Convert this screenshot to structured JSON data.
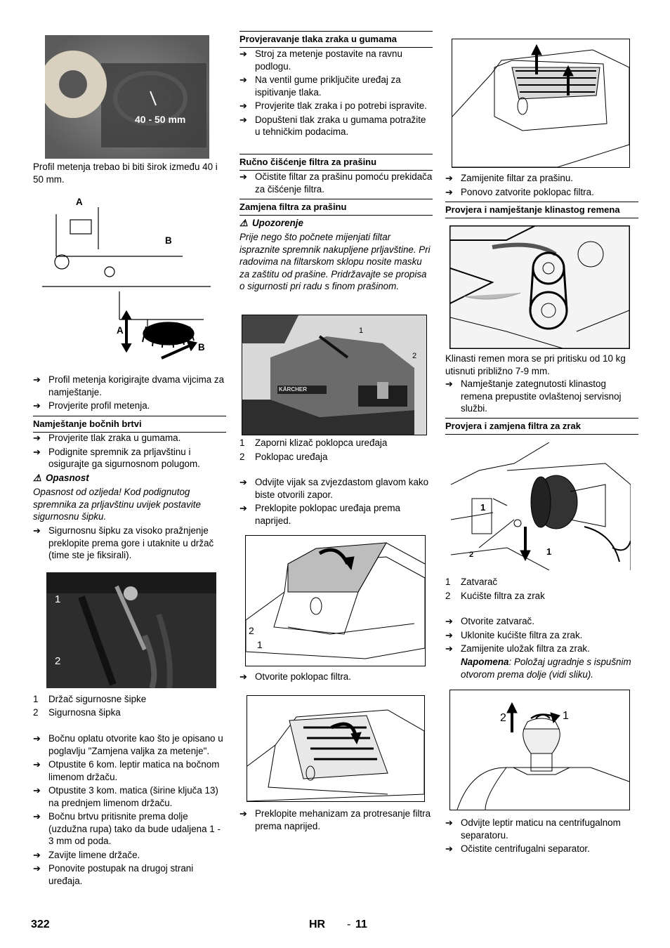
{
  "col1": {
    "photo_label": "40 - 50 mm",
    "caption1": "Profil metenja trebao bi biti širok između 40 i 50 mm.",
    "fig2_labels": {
      "a_top": "A",
      "b_top": "B",
      "a_bottom": "A",
      "b_bottom": "B"
    },
    "steps1": [
      "Profil metenja korigirajte dvama vijcima za namještanje.",
      "Provjerite profil metenja."
    ],
    "heading_seal": "Namještanje bočnih brtvi",
    "steps2": [
      "Provjerite tlak zraka u gumama.",
      "Podignite spremnik za prljavštinu i osigurajte ga sigurnosnom polugom."
    ],
    "danger_title": "Opasnost",
    "danger_text": "Opasnost od ozljeda! Kod podignutog spremnika za prljavštinu uvijek postavite sigurnosnu šipku.",
    "steps3": [
      "Sigurnosnu šipku za visoko pražnjenje preklopite prema gore i utaknite u držač (time ste je fiksirali)."
    ],
    "fig3_labels": {
      "one": "1",
      "two": "2"
    },
    "legend1": [
      {
        "n": "1",
        "t": "Držač sigurnosne šipke"
      },
      {
        "n": "2",
        "t": "Sigurnosna šipka"
      }
    ],
    "steps4": [
      "Bočnu oplatu otvorite kao što je opisano u poglavlju \"Zamjena valjka za metenje\".",
      "Otpustite 6 kom. leptir matica na bočnom limenom držaču.",
      "Otpustite 3 kom. matica (širine ključa 13) na prednjem limenom držaču.",
      "Bočnu brtvu pritisnite prema dolje (uzdužna rupa) tako da bude udaljena 1 - 3 mm od poda.",
      "Zavijte limene držače.",
      "Ponovite postupak na drugoj strani uređaja."
    ]
  },
  "col2": {
    "heading_tyre": "Provjeravanje tlaka zraka u gumama",
    "steps_tyre": [
      "Stroj za metenje postavite na ravnu podlogu.",
      "Na ventil gume priključite uređaj za ispitivanje tlaka.",
      "Provjerite tlak zraka i po potrebi ispravite.",
      "Dopušteni tlak zraka u gumama potražite u tehničkim podacima."
    ],
    "heading_manual": "Ručno čišćenje filtra za prašinu",
    "steps_manual": [
      "Očistite filtar za prašinu pomoću prekidača za čišćenje filtra."
    ],
    "heading_replace": "Zamjena filtra za prašinu",
    "warning_title": "Upozorenje",
    "warning_text": "Prije nego što počnete mijenjati filtar ispraznite spremnik nakupljene prljavštine. Pri radovima na filtarskom sklopu nosite masku za zaštitu od prašine. Pridržavajte se propisa o sigurnosti pri radu s finom prašinom.",
    "fig_machine_labels": {
      "one": "1",
      "two": "2",
      "brand": "KÄRCHER"
    },
    "legend": [
      {
        "n": "1",
        "t": "Zaporni klizač poklopca uređaja"
      },
      {
        "n": "2",
        "t": "Poklopac uređaja"
      }
    ],
    "steps_open": [
      "Odvijte vijak sa zvjezdastom glavom kako biste otvorili zapor.",
      "Preklopite poklopac uređaja prema naprijed."
    ],
    "fig_cover_labels": {
      "two": "2",
      "one": "1"
    },
    "steps_filter_cover": [
      "Otvorite poklopac filtra."
    ],
    "steps_shaker": [
      "Preklopite mehanizam za protresanje filtra prema naprijed."
    ]
  },
  "col3": {
    "steps_after": [
      "Zamijenite filtar za prašinu.",
      "Ponovo zatvorite poklopac filtra."
    ],
    "heading_vbelt": "Provjera i namještanje klinastog remena",
    "vbelt_text": "Klinasti remen mora se pri pritisku od 10 kg utisnuti približno 7-9 mm.",
    "steps_vbelt": [
      "Namještanje zategnutosti klinastog remena prepustite ovlaštenoj servisnoj službi."
    ],
    "heading_air": "Provjera i zamjena filtra za zrak",
    "fig_air_labels": {
      "one_a": "1",
      "two": "2",
      "one_b": "1"
    },
    "legend": [
      {
        "n": "1",
        "t": "Zatvarač"
      },
      {
        "n": "2",
        "t": "Kućište filtra za zrak"
      }
    ],
    "steps_air": [
      "Otvorite zatvarač.",
      "Uklonite kućište filtra za zrak.",
      "Zamijenite uložak filtra za zrak."
    ],
    "note_label": "Napomena",
    "note_text": ": Položaj ugradnje s ispušnim otvorom prema dolje (vidi sliku).",
    "fig_sep_labels": {
      "two": "2",
      "one": "1"
    },
    "steps_sep": [
      "Odvijte leptir maticu na centrifugalnom separatoru.",
      "Očistite centrifugalni separator."
    ]
  },
  "footer": {
    "page": "322",
    "lang": "HR",
    "sep": "-",
    "num": "11"
  }
}
